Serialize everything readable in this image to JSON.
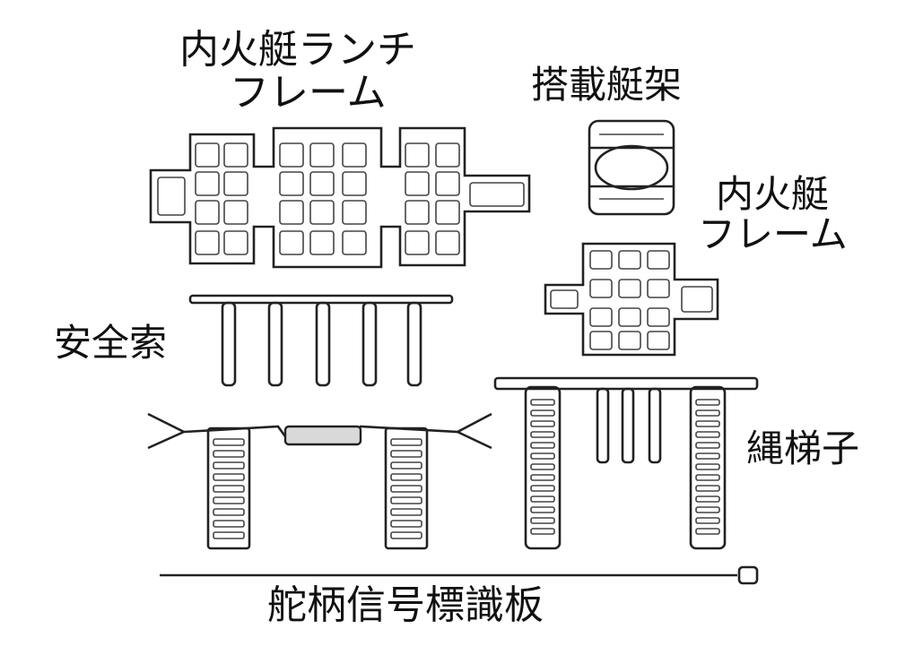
{
  "labels": {
    "launch_frame_line1": "内火艇ランチ",
    "launch_frame_line2": "フレーム",
    "boat_cradle": "搭載艇架",
    "motor_boat_frame_line1": "内火艇",
    "motor_boat_frame_line2": "フレーム",
    "safety_line": "安全索",
    "rope_ladder": "縄梯子",
    "rudder_signal_board": "舵柄信号標識板"
  },
  "colors": {
    "line": "#222222",
    "background": "#ffffff",
    "fill": "#d9d9d9"
  }
}
